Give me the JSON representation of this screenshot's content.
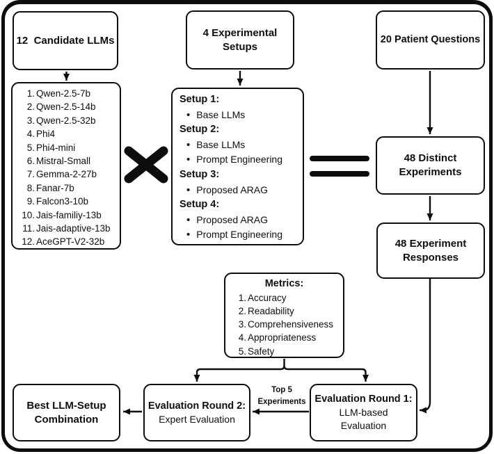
{
  "colors": {
    "ink": "#0d0d0d",
    "paper": "#ffffff"
  },
  "boxes": {
    "candidate_llms": {
      "title": "12  Candidate LLMs"
    },
    "experimental_setups": {
      "line1": "4 Experimental",
      "line2": "Setups"
    },
    "patient_questions": {
      "title": "20 Patient Questions"
    },
    "distinct_experiments": {
      "line1": "48 Distinct",
      "line2": "Experiments"
    },
    "experiment_responses": {
      "line1": "48 Experiment",
      "line2": "Responses"
    },
    "eval_round_1": {
      "title": "Evaluation Round 1:",
      "line2": "LLM-based",
      "line3": "Evaluation"
    },
    "eval_round_2": {
      "title": "Evaluation Round 2:",
      "line2": "Expert Evaluation"
    },
    "best_combination": {
      "line1": "Best LLM-Setup",
      "line2": "Combination"
    }
  },
  "llm_list": {
    "items": [
      {
        "num": "1.",
        "name": "Qwen-2.5-7b"
      },
      {
        "num": "2.",
        "name": "Qwen-2.5-14b"
      },
      {
        "num": "3.",
        "name": "Qwen-2.5-32b"
      },
      {
        "num": "4.",
        "name": "Phi4"
      },
      {
        "num": "5.",
        "name": "Phi4-mini"
      },
      {
        "num": "6.",
        "name": "Mistral-Small"
      },
      {
        "num": "7.",
        "name": "Gemma-2-27b"
      },
      {
        "num": "8.",
        "name": "Fanar-7b"
      },
      {
        "num": "9.",
        "name": "Falcon3-10b"
      },
      {
        "num": "10.",
        "name": "Jais-familiy-13b"
      },
      {
        "num": "11.",
        "name": "Jais-adaptive-13b"
      },
      {
        "num": "12.",
        "name": "AceGPT-V2-32b"
      }
    ]
  },
  "setups": {
    "sections": [
      {
        "title": "Setup 1:",
        "bullets": [
          "Base LLMs"
        ]
      },
      {
        "title": "Setup 2:",
        "bullets": [
          "Base LLMs",
          "Prompt Engineering"
        ]
      },
      {
        "title": "Setup 3:",
        "bullets": [
          "Proposed ARAG"
        ]
      },
      {
        "title": "Setup 4:",
        "bullets": [
          "Proposed ARAG",
          "Prompt Engineering"
        ]
      }
    ]
  },
  "metrics": {
    "title": "Metrics:",
    "items": [
      {
        "num": "1.",
        "label": "Accuracy"
      },
      {
        "num": "2.",
        "label": "Readability"
      },
      {
        "num": "3.",
        "label": "Comprehensiveness"
      },
      {
        "num": "4.",
        "label": "Appropriateness"
      },
      {
        "num": "5.",
        "label": "Safety"
      }
    ]
  },
  "labels": {
    "top5_line1": "Top 5",
    "top5_line2": "Experiments",
    "multiply_symbol": "×",
    "equals_symbol": "="
  }
}
